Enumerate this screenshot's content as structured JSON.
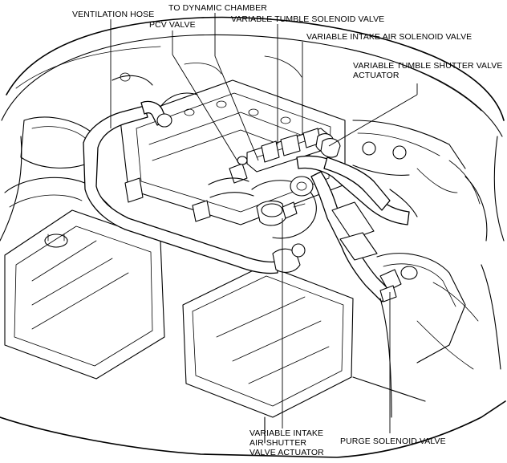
{
  "labels": {
    "ventilation_hose": "VENTILATION HOSE",
    "to_dynamic_chamber": "TO DYNAMIC CHAMBER",
    "pcv_valve": "PCV VALVE",
    "variable_tumble_solenoid_valve": "VARIABLE TUMBLE SOLENOID VALVE",
    "variable_intake_air_solenoid_valve": "VARIABLE INTAKE AIR SOLENOID VALVE",
    "variable_tumble_shutter_valve_actuator": [
      "VARIABLE TUMBLE SHUTTER VALVE",
      "ACTUATOR"
    ],
    "variable_intake_air_shutter_valve_actuator": [
      "VARIABLE INTAKE",
      "AIR SHUTTER",
      "VALVE ACTUATOR"
    ],
    "purge_solenoid_valve": "PURGE SOLENOID VALVE"
  }
}
